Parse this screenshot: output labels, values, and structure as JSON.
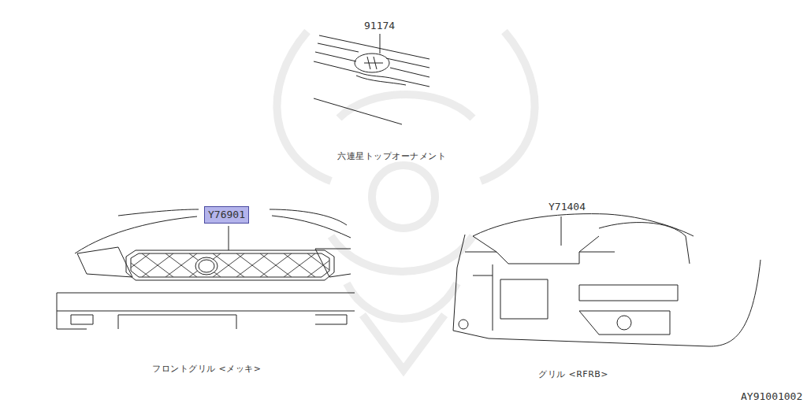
{
  "diagram": {
    "nodes": [
      {
        "text": [
          "Y76901"
        ]
      }
    ],
    "labels": [
      "91174",
      "六連星トップオーナメント",
      "Y71404",
      "フロントグリル <メッキ>",
      "グリル <RFRB>",
      "AY91001002"
    ]
  }
}
